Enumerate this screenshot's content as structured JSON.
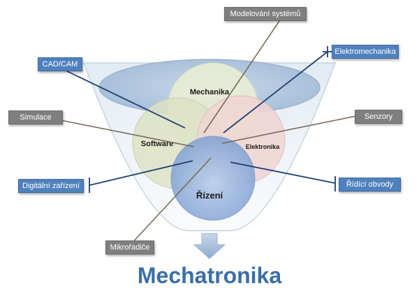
{
  "title": "Mechatronika",
  "circles": {
    "mechanika": "Mechanika",
    "software": "Software",
    "elektronika": "Elektronika",
    "rizeni": "Řízení"
  },
  "labels": {
    "modelovani": "Modelování systémů",
    "elektromechanika": "Elektromechanika",
    "cadcam": "CAD/CAM",
    "simulace": "Simulace",
    "senzory": "Senzory",
    "digitalni": "Digitální zařízení",
    "ridici": "Řídící obvody",
    "mikroradice": "Mikrořadiče"
  },
  "colors": {
    "gray_box": "#7f7f7f",
    "blue_box": "#4f81bd",
    "title": "#3a6fa8",
    "mechanika": "#e9edd4",
    "software": "#dde2c4",
    "elektronika": "#f1d3d2",
    "rizeni": "#8eaedb"
  }
}
